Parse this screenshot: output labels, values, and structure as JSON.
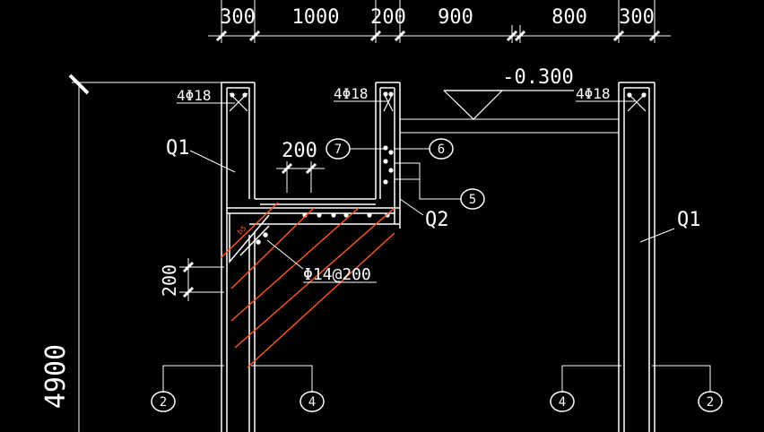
{
  "dimensions": {
    "top": [
      "300",
      "1000",
      "200",
      "900",
      "800",
      "300"
    ],
    "height_total": "4900",
    "gap_200_horizontal": "200",
    "gap_200_vertical": "200"
  },
  "elevation": "-0.300",
  "rebar_labels": {
    "left": "4Φ18",
    "middle": "4Φ18",
    "right": "4Φ18",
    "diagonal": "Φ14@200",
    "small_tag": "b5"
  },
  "member_labels": {
    "q1_left": "Q1",
    "q1_right": "Q1",
    "q2": "Q2"
  },
  "bubbles": {
    "seven": "7",
    "six": "6",
    "five": "5",
    "grid_left_outer": "2",
    "grid_left_inner": "4",
    "grid_right_inner": "4",
    "grid_right_outer": "2"
  },
  "colors": {
    "background": "#000000",
    "lines": "#ffffff",
    "rebar_orange": "#ff5a1f"
  }
}
